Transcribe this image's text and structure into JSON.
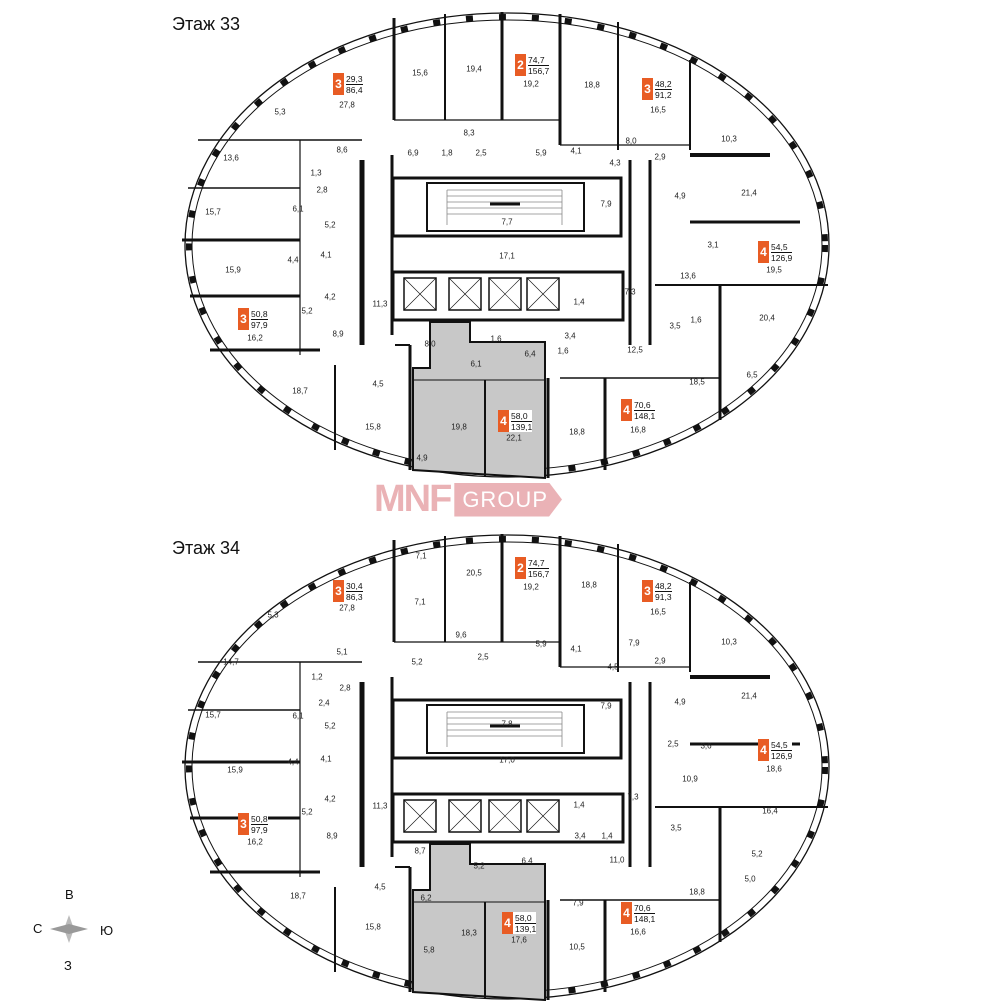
{
  "brand": {
    "logo_mark": "MNF",
    "logo_text": "GROUP",
    "accent_color": "#e85c24",
    "logo_color": "#d9747a",
    "selected_fill": "#c8c8c8"
  },
  "compass": {
    "north": "В",
    "west": "С",
    "east": "Ю",
    "south": "З"
  },
  "floors": [
    {
      "title": "Этаж 33",
      "apartments": [
        {
          "rooms": "3",
          "area": "29,3",
          "total": "86,4"
        },
        {
          "rooms": "2",
          "area": "74,7",
          "total": "156,7"
        },
        {
          "rooms": "3",
          "area": "48,2",
          "total": "91,2"
        },
        {
          "rooms": "4",
          "area": "54,5",
          "total": "126,9"
        },
        {
          "rooms": "3",
          "area": "50,8",
          "total": "97,9"
        },
        {
          "rooms": "4",
          "area": "58,0",
          "total": "139,1"
        },
        {
          "rooms": "4",
          "area": "70,6",
          "total": "148,1"
        }
      ],
      "room_areas": [
        "15,6",
        "19,4",
        "19,2",
        "18,8",
        "16,5",
        "27,8",
        "5,3",
        "13,6",
        "15,7",
        "15,9",
        "16,2",
        "18,7",
        "15,8",
        "4,9",
        "19,8",
        "22,1",
        "18,8",
        "16,8",
        "18,5",
        "6,5",
        "20,4",
        "19,5",
        "21,4",
        "10,3",
        "8,6",
        "8,3",
        "6,9",
        "1,8",
        "2,5",
        "5,9",
        "4,1",
        "4,3",
        "8,0",
        "2,9",
        "4,9",
        "1,3",
        "2,8",
        "6,1",
        "5,2",
        "4,4",
        "4,1",
        "4,2",
        "5,2",
        "8,9",
        "11,3",
        "7,7",
        "17,1",
        "7,9",
        "1,4",
        "7,3",
        "3,1",
        "13,6",
        "1,6",
        "3,5",
        "8,0",
        "1,6",
        "6,4",
        "3,4",
        "1,6",
        "12,5",
        "6,1",
        "4,5"
      ]
    },
    {
      "title": "Этаж 34",
      "apartments": [
        {
          "rooms": "3",
          "area": "30,4",
          "total": "86,3"
        },
        {
          "rooms": "2",
          "area": "74,7",
          "total": "156,7"
        },
        {
          "rooms": "3",
          "area": "48,2",
          "total": "91,3"
        },
        {
          "rooms": "4",
          "area": "54,5",
          "total": "126,9"
        },
        {
          "rooms": "3",
          "area": "50,8",
          "total": "97,9"
        },
        {
          "rooms": "4",
          "area": "58,0",
          "total": "139,1"
        },
        {
          "rooms": "4",
          "area": "70,6",
          "total": "148,1"
        }
      ],
      "room_areas": [
        "7,1",
        "20,5",
        "19,2",
        "18,8",
        "16,5",
        "27,8",
        "7,1",
        "5,3",
        "14,7",
        "15,7",
        "15,9",
        "16,2",
        "18,7",
        "15,8",
        "5,8",
        "18,3",
        "17,6",
        "10,5",
        "16,6",
        "18,8",
        "5,0",
        "5,2",
        "16,4",
        "18,6",
        "21,4",
        "10,3",
        "5,1",
        "9,6",
        "5,2",
        "2,5",
        "5,9",
        "4,1",
        "4,5",
        "7,9",
        "2,9",
        "4,9",
        "1,2",
        "2,8",
        "2,4",
        "6,1",
        "5,2",
        "4,4",
        "4,1",
        "4,2",
        "5,2",
        "8,9",
        "11,3",
        "7,8",
        "17,0",
        "7,9",
        "1,4",
        "7,3",
        "2,5",
        "3,6",
        "10,9",
        "3,5",
        "8,7",
        "5,2",
        "6,4",
        "3,4",
        "1,4",
        "11,0",
        "6,2",
        "4,5",
        "7,9"
      ]
    }
  ]
}
